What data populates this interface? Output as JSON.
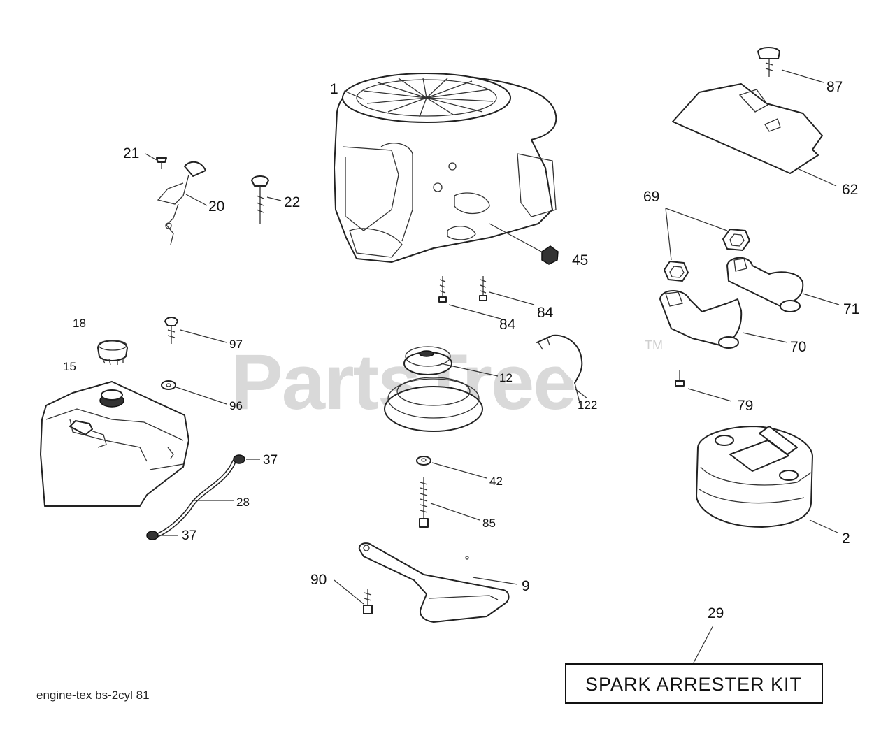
{
  "diagram": {
    "caption": "engine-tex bs-2cyl 81",
    "watermark": "PartsTree",
    "trademark": "TM",
    "kit_label": "SPARK ARRESTER KIT",
    "callouts": {
      "engine": "1",
      "muffler": "2",
      "bracket_9": "9",
      "pulley_12": "12",
      "fuel_tank": "15",
      "fuel_cap": "18",
      "throttle_cable": "20",
      "screw_21": "21",
      "dipstick_22": "22",
      "fuel_line": "28",
      "kit": "29",
      "clamp_top": "37",
      "clamp_bottom": "37",
      "washer_42": "42",
      "nut_45": "45",
      "heat_shield": "62",
      "gasket_69": "69",
      "exhaust_pipe_70": "70",
      "exhaust_pipe_71": "71",
      "bolt_79": "79",
      "bolt_84_left": "84",
      "bolt_84_right": "84",
      "bolt_85": "85",
      "screw_87": "87",
      "bolt_90": "90",
      "washer_96": "96",
      "screw_97": "97",
      "belt_guide_122": "122"
    }
  }
}
